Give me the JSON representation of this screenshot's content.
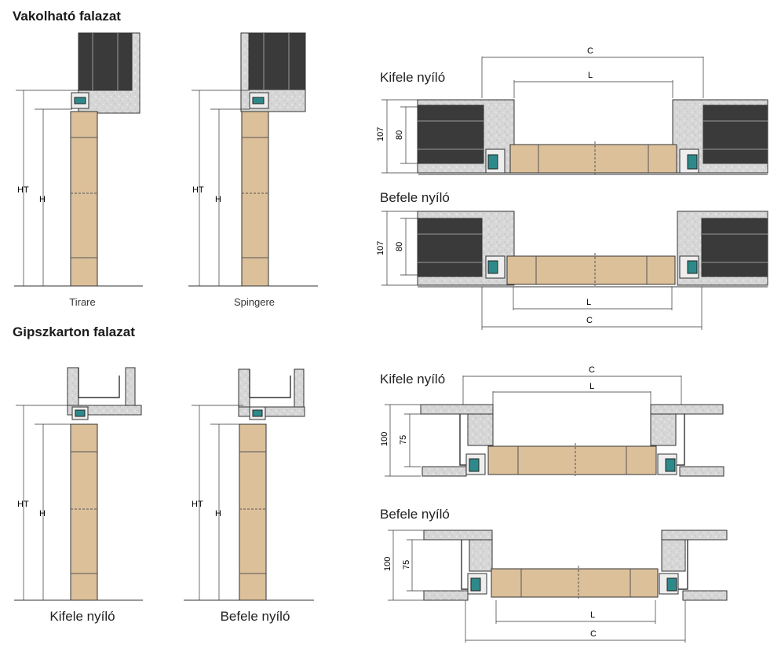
{
  "titles": {
    "vakolhato": "Vakolható falazat",
    "gipszkarton": "Gipszkarton falazat"
  },
  "captions": {
    "tirare": "Tirare",
    "spingere": "Spingere",
    "kifele": "Kifele nyíló",
    "befele": "Befele nyíló"
  },
  "sections": {
    "v_kifele": "Kifele nyíló",
    "v_befele": "Befele nyíló",
    "g_kifele": "Kifele nyíló",
    "g_befele": "Befele nyíló"
  },
  "dims": {
    "ht": "HT",
    "h": "H",
    "c": "C",
    "l": "L",
    "d107": "107",
    "d80": "80",
    "d100": "100",
    "d75": "75"
  },
  "colors": {
    "plaster": "#d4d4d4",
    "panel": "#3a3a3a",
    "wood": "#dcc09a",
    "line": "#333333",
    "seal": "#2e8a8a"
  }
}
